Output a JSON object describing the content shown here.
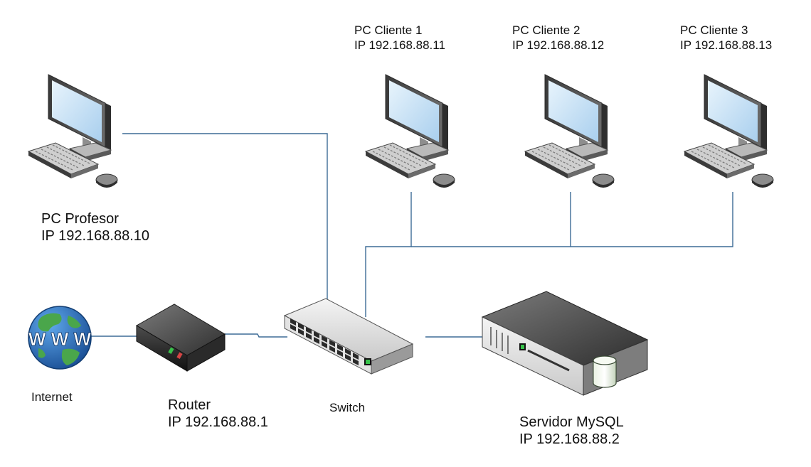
{
  "diagram": {
    "colors": {
      "link": "#3d6b96",
      "screen": "#cfe6f7",
      "monitor": "#4a4a4a",
      "globe_ocean": "#2a6fbe",
      "globe_land": "#49a54a"
    },
    "nodes": {
      "pc_profesor": {
        "name": "PC Profesor",
        "ip": "IP 192.168.88.10",
        "icon": "desktop-computer-icon"
      },
      "pc_cliente_1": {
        "name": "PC Cliente 1",
        "ip": "IP 192.168.88.11",
        "icon": "desktop-computer-icon"
      },
      "pc_cliente_2": {
        "name": "PC Cliente 2",
        "ip": "IP 192.168.88.12",
        "icon": "desktop-computer-icon"
      },
      "pc_cliente_3": {
        "name": "PC Cliente 3",
        "ip": "IP 192.168.88.13",
        "icon": "desktop-computer-icon"
      },
      "internet": {
        "name": "Internet",
        "icon": "globe-www-icon",
        "globe_text": "W W W"
      },
      "router": {
        "name": "Router",
        "ip": "IP 192.168.88.1",
        "icon": "router-icon"
      },
      "switch": {
        "name": "Switch",
        "icon": "network-switch-icon"
      },
      "servidor": {
        "name": "Servidor MySQL",
        "ip": "IP 192.168.88.2",
        "icon": "server-database-icon"
      }
    },
    "links": [
      {
        "from": "pc_profesor",
        "to": "switch"
      },
      {
        "from": "pc_cliente_1",
        "to": "switch"
      },
      {
        "from": "pc_cliente_2",
        "to": "switch"
      },
      {
        "from": "pc_cliente_3",
        "to": "switch"
      },
      {
        "from": "internet",
        "to": "router"
      },
      {
        "from": "router",
        "to": "switch"
      },
      {
        "from": "switch",
        "to": "servidor"
      }
    ]
  }
}
